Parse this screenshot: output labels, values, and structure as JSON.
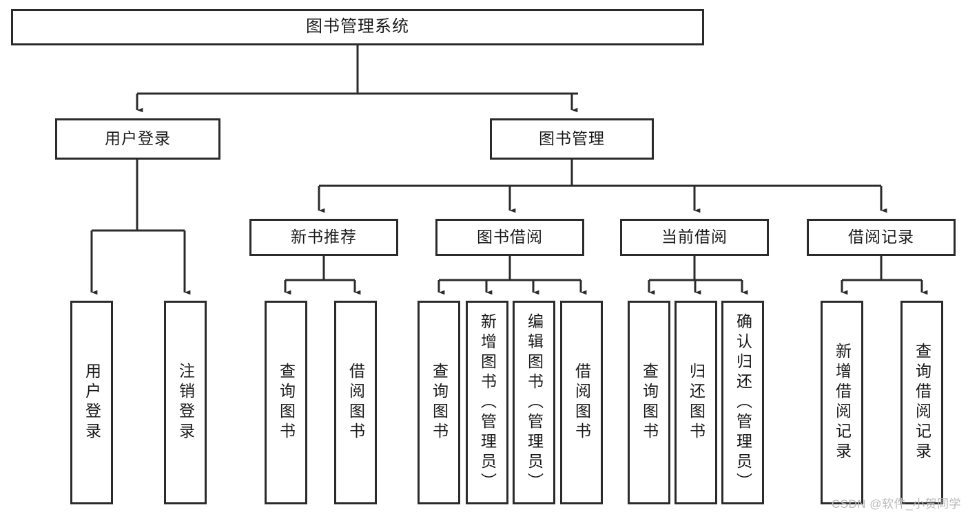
{
  "diagram": {
    "title": "图书管理系统",
    "watermark": "CSDN @软件_小贺同学",
    "colors": {
      "background": "#ffffff",
      "box_border": "#2b2b2b",
      "box_fill": "#ffffff",
      "text": "#1a1a1a",
      "edge": "#2b2b2b",
      "watermark": "#b9b9b9"
    },
    "nodes": {
      "root": "图书管理系统",
      "user_login": "用户登录",
      "book_manage": "图书管理",
      "new_book_rec": "新书推荐",
      "book_borrow": "图书借阅",
      "current_borrow": "当前借阅",
      "borrow_record": "借阅记录",
      "leaf_user_login": "用户登录",
      "leaf_logout": "注销登录",
      "leaf_query_book_1": "查询图书",
      "leaf_borrow_book_1": "借阅图书",
      "leaf_query_book_2": "查询图书",
      "leaf_add_book_admin": "新增图书（管理员）",
      "leaf_edit_book_admin": "编辑图书（管理员）",
      "leaf_borrow_book_2": "借阅图书",
      "leaf_query_book_3": "查询图书",
      "leaf_return_book": "归还图书",
      "leaf_confirm_return_admin": "确认归还（管理员）",
      "leaf_add_record": "新增借阅记录",
      "leaf_query_record": "查询借阅记录"
    }
  }
}
